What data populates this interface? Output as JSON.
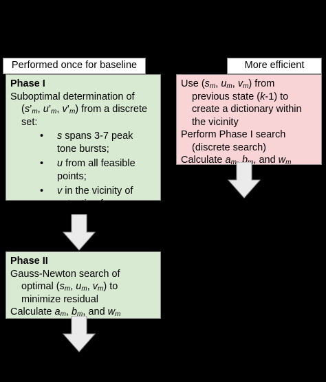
{
  "left_header": "Performed once for baseline",
  "right_header": "More efficient",
  "phase1": {
    "title": "Phase I",
    "line1": "Suboptimal determination of",
    "vars": {
      "s": "s",
      "u": "u",
      "v": "v",
      "prime": "’",
      "m": "m"
    },
    "line2_end": " from a discrete",
    "line3": "set:",
    "bullet_glyph": "•",
    "b1_var": "s",
    "b1_text": " spans 3-7 peak",
    "b1_cont": "tone bursts;",
    "b2_var": "u",
    "b2_text": " from all feasible",
    "b2_cont": "points;",
    "b3_var": "v",
    "b3_text": " in the vicinity of",
    "b3_cont": "actuation frequency"
  },
  "phase2": {
    "title": "Phase II",
    "line1": "Gauss-Newton search of",
    "line2_pre": "optimal ",
    "line2_post": " to",
    "line3": "minimize residual",
    "calc_pre": "Calculate ",
    "a": "a",
    "b": "b",
    "w": "w",
    "and": ", and "
  },
  "efficient": {
    "line1_pre": "Use ",
    "line1_post": " from",
    "line2_pre": "previous state (",
    "k": "k",
    "line2_post": "-1) to",
    "line3": "create a dictionary within",
    "line4": "the vicinity",
    "line5": "Perform Phase I search",
    "line6": "(discrete search)",
    "calc_pre": "Calculate "
  },
  "colors": {
    "background": "#000000",
    "phase_fill": "#d9ead3",
    "efficient_fill": "#f9d4d6",
    "arrow_fill": "#ebebeb"
  },
  "icons": [
    "down-arrow-icon"
  ]
}
